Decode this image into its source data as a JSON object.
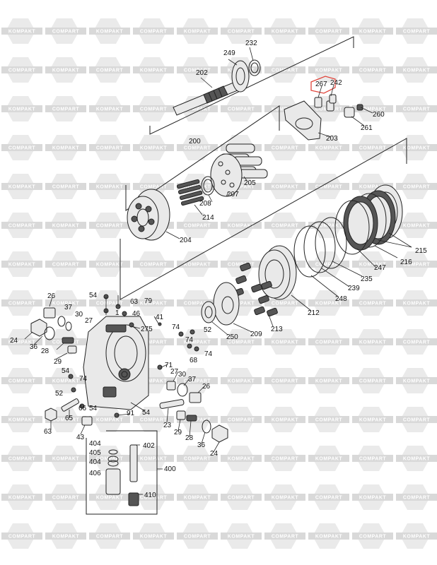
{
  "watermark": {
    "brand_a": "KOMPAKT",
    "brand_b": "COMPART",
    "color": "#d9d9d9"
  },
  "highlight_color": "#e0443a",
  "labels": {
    "p249": "249",
    "p232": "232",
    "p202": "202",
    "p267": "267",
    "p242": "242",
    "p260": "260",
    "p203": "203",
    "p261": "261",
    "p200": "200",
    "p205": "205",
    "p207": "207",
    "p208": "208",
    "p214": "214",
    "p204": "204",
    "p215": "215",
    "p216": "216",
    "p247": "247",
    "p235": "235",
    "p239": "239",
    "p248": "248",
    "p212": "212",
    "p213": "213",
    "p209": "209",
    "p250": "250",
    "p54": "54",
    "p63": "63",
    "p79": "79",
    "p46": "46",
    "p41": "41",
    "p275": "275",
    "p1": "1",
    "p26": "26",
    "p37": "37",
    "p30": "30",
    "p27": "27",
    "p24": "24",
    "p36": "36",
    "p28": "28",
    "p29": "29",
    "p74": "74",
    "p52": "52",
    "p68": "68",
    "p71": "71",
    "p66": "66",
    "p65": "65",
    "p91": "91",
    "p43": "43",
    "p23": "23",
    "p400": "400",
    "p402": "402",
    "p404": "404",
    "p405": "405",
    "p406": "406",
    "p410": "410"
  }
}
